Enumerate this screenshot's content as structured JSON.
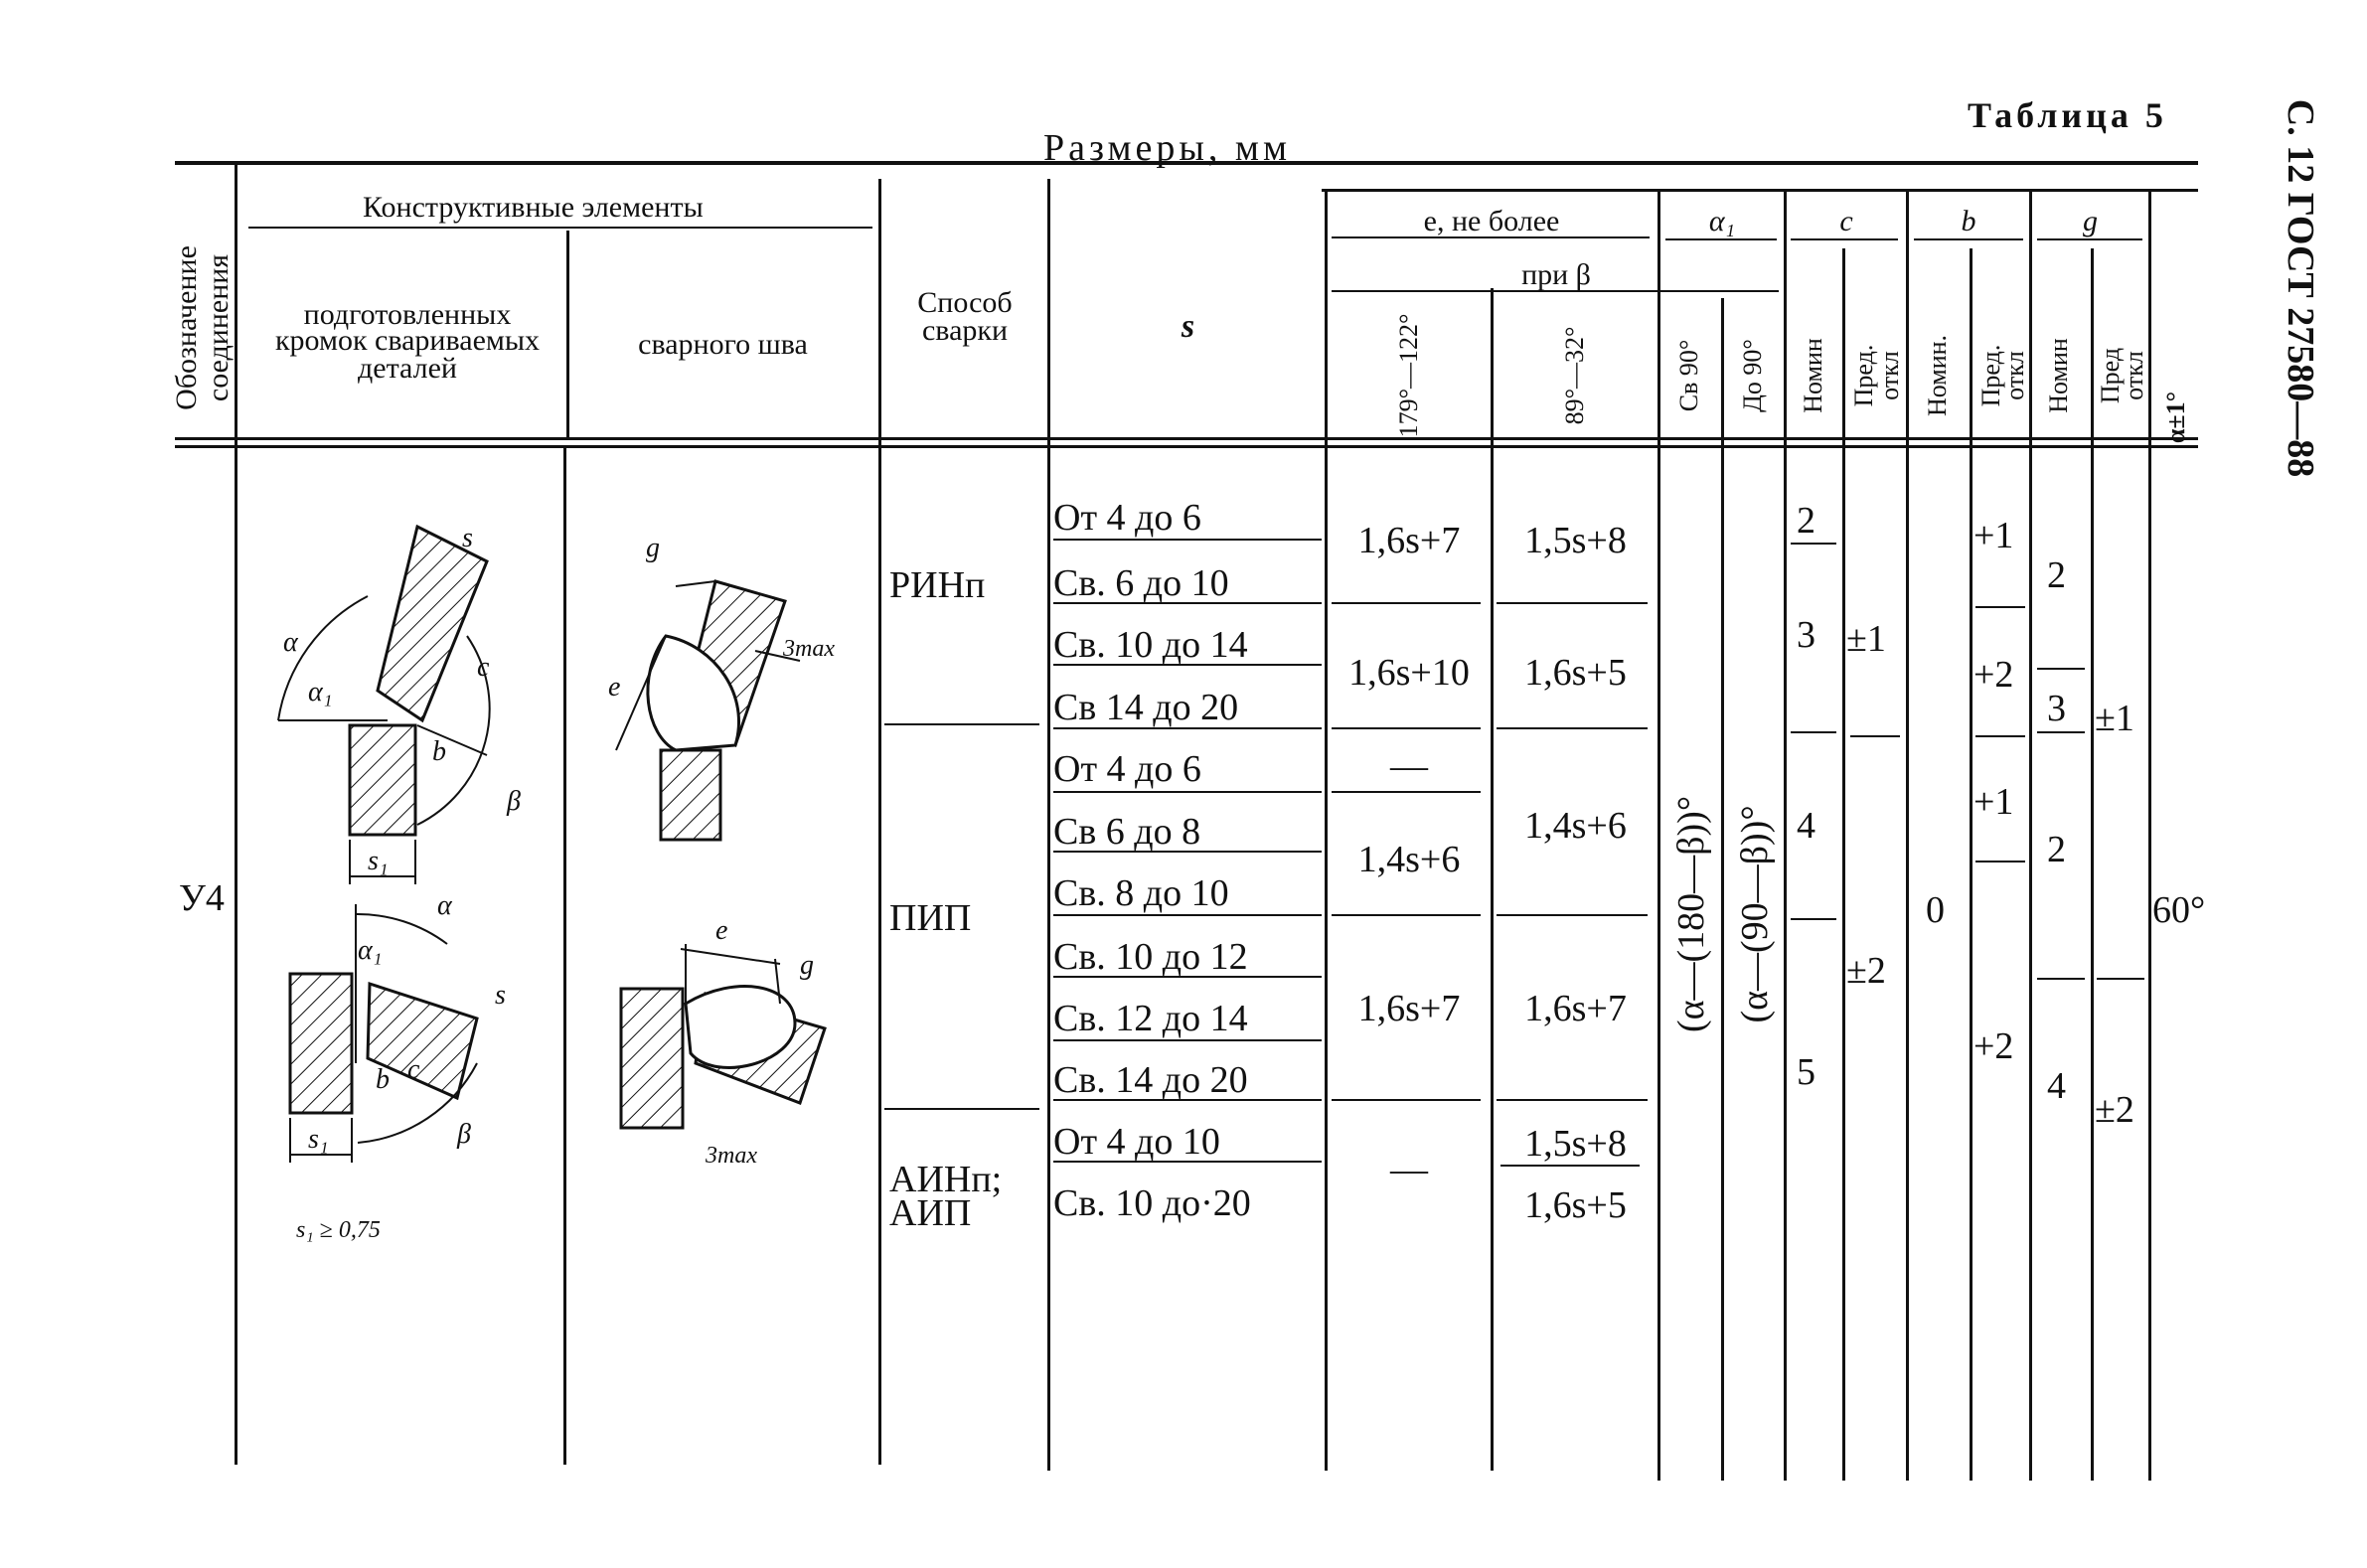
{
  "page_marker": "С. 12 ГОСТ 27580—88",
  "table_label": "Таблица 5",
  "dimensions_title": "Размеры, мм",
  "headers": {
    "designation": [
      "Обозначение",
      "соединения"
    ],
    "structural_elements": "Конструктивные элементы",
    "prepared_edges": [
      "подготовленных",
      "кромок свариваемых",
      "деталей"
    ],
    "weld_seam": "сварного шва",
    "method": [
      "Способ",
      "сварки"
    ],
    "s": "s",
    "e_max": "e, не более",
    "alpha1": "α₁",
    "c": "c",
    "b": "b",
    "g": "g",
    "at_beta": "при β",
    "beta_range_1": "179°—122°",
    "beta_range_2": "89°—32°",
    "over_90": "Св 90°",
    "up_to_90": "До 90°",
    "nom": "Номин",
    "tol": [
      "Пред.",
      "откл"
    ],
    "nom_b": "Номин.",
    "tol_b": [
      "Пред.",
      "откл"
    ],
    "nom_g": "Номин",
    "tol_g": [
      "Пред",
      "откл"
    ],
    "alpha_tol": "α±1°"
  },
  "joint": "У4",
  "methods": [
    "РИНп",
    "ПИП",
    "АИНп;",
    "АИП"
  ],
  "s_ranges": [
    "От 4 до 6",
    "Св. 6 до 10",
    "Св. 10 до 14",
    "Св 14 до 20",
    "От 4 до 6",
    "Св 6 до 8",
    "Св. 8 до 10",
    "Св. 10 до 12",
    "Св. 12 до 14",
    "Св. 14 до 20",
    "От 4 до 10",
    "Св. 10 до·20"
  ],
  "e1": [
    "1,6s+7",
    "1,6s+10",
    "—",
    "1,4s+6",
    "1,6s+7",
    "—"
  ],
  "e2": [
    "1,5s+8",
    "1,6s+5",
    "1,4s+6",
    "1,6s+7",
    "1,5s+8",
    "1,6s+5"
  ],
  "alpha1_over90": "(α—(180—β))°",
  "alpha1_upto90": "(α—(90—β))°",
  "c_nom": [
    "2",
    "3",
    "4",
    "5"
  ],
  "c_tol": [
    "±1",
    "±2"
  ],
  "b_nom": "0",
  "b_tol": [
    "+1",
    "+2",
    "+1",
    "+2"
  ],
  "g_nom": [
    "2",
    "3",
    "2",
    "4"
  ],
  "g_tol": [
    "±1",
    "±2"
  ],
  "alpha_value": "60°",
  "drawing_labels": {
    "s": "s",
    "alpha": "α",
    "alpha1": "α₁",
    "c": "c",
    "b": "b",
    "beta": "β",
    "s1": "s₁",
    "g": "g",
    "e": "e",
    "three_max": "3max",
    "cond": "s₁ ≥ 0,75"
  }
}
